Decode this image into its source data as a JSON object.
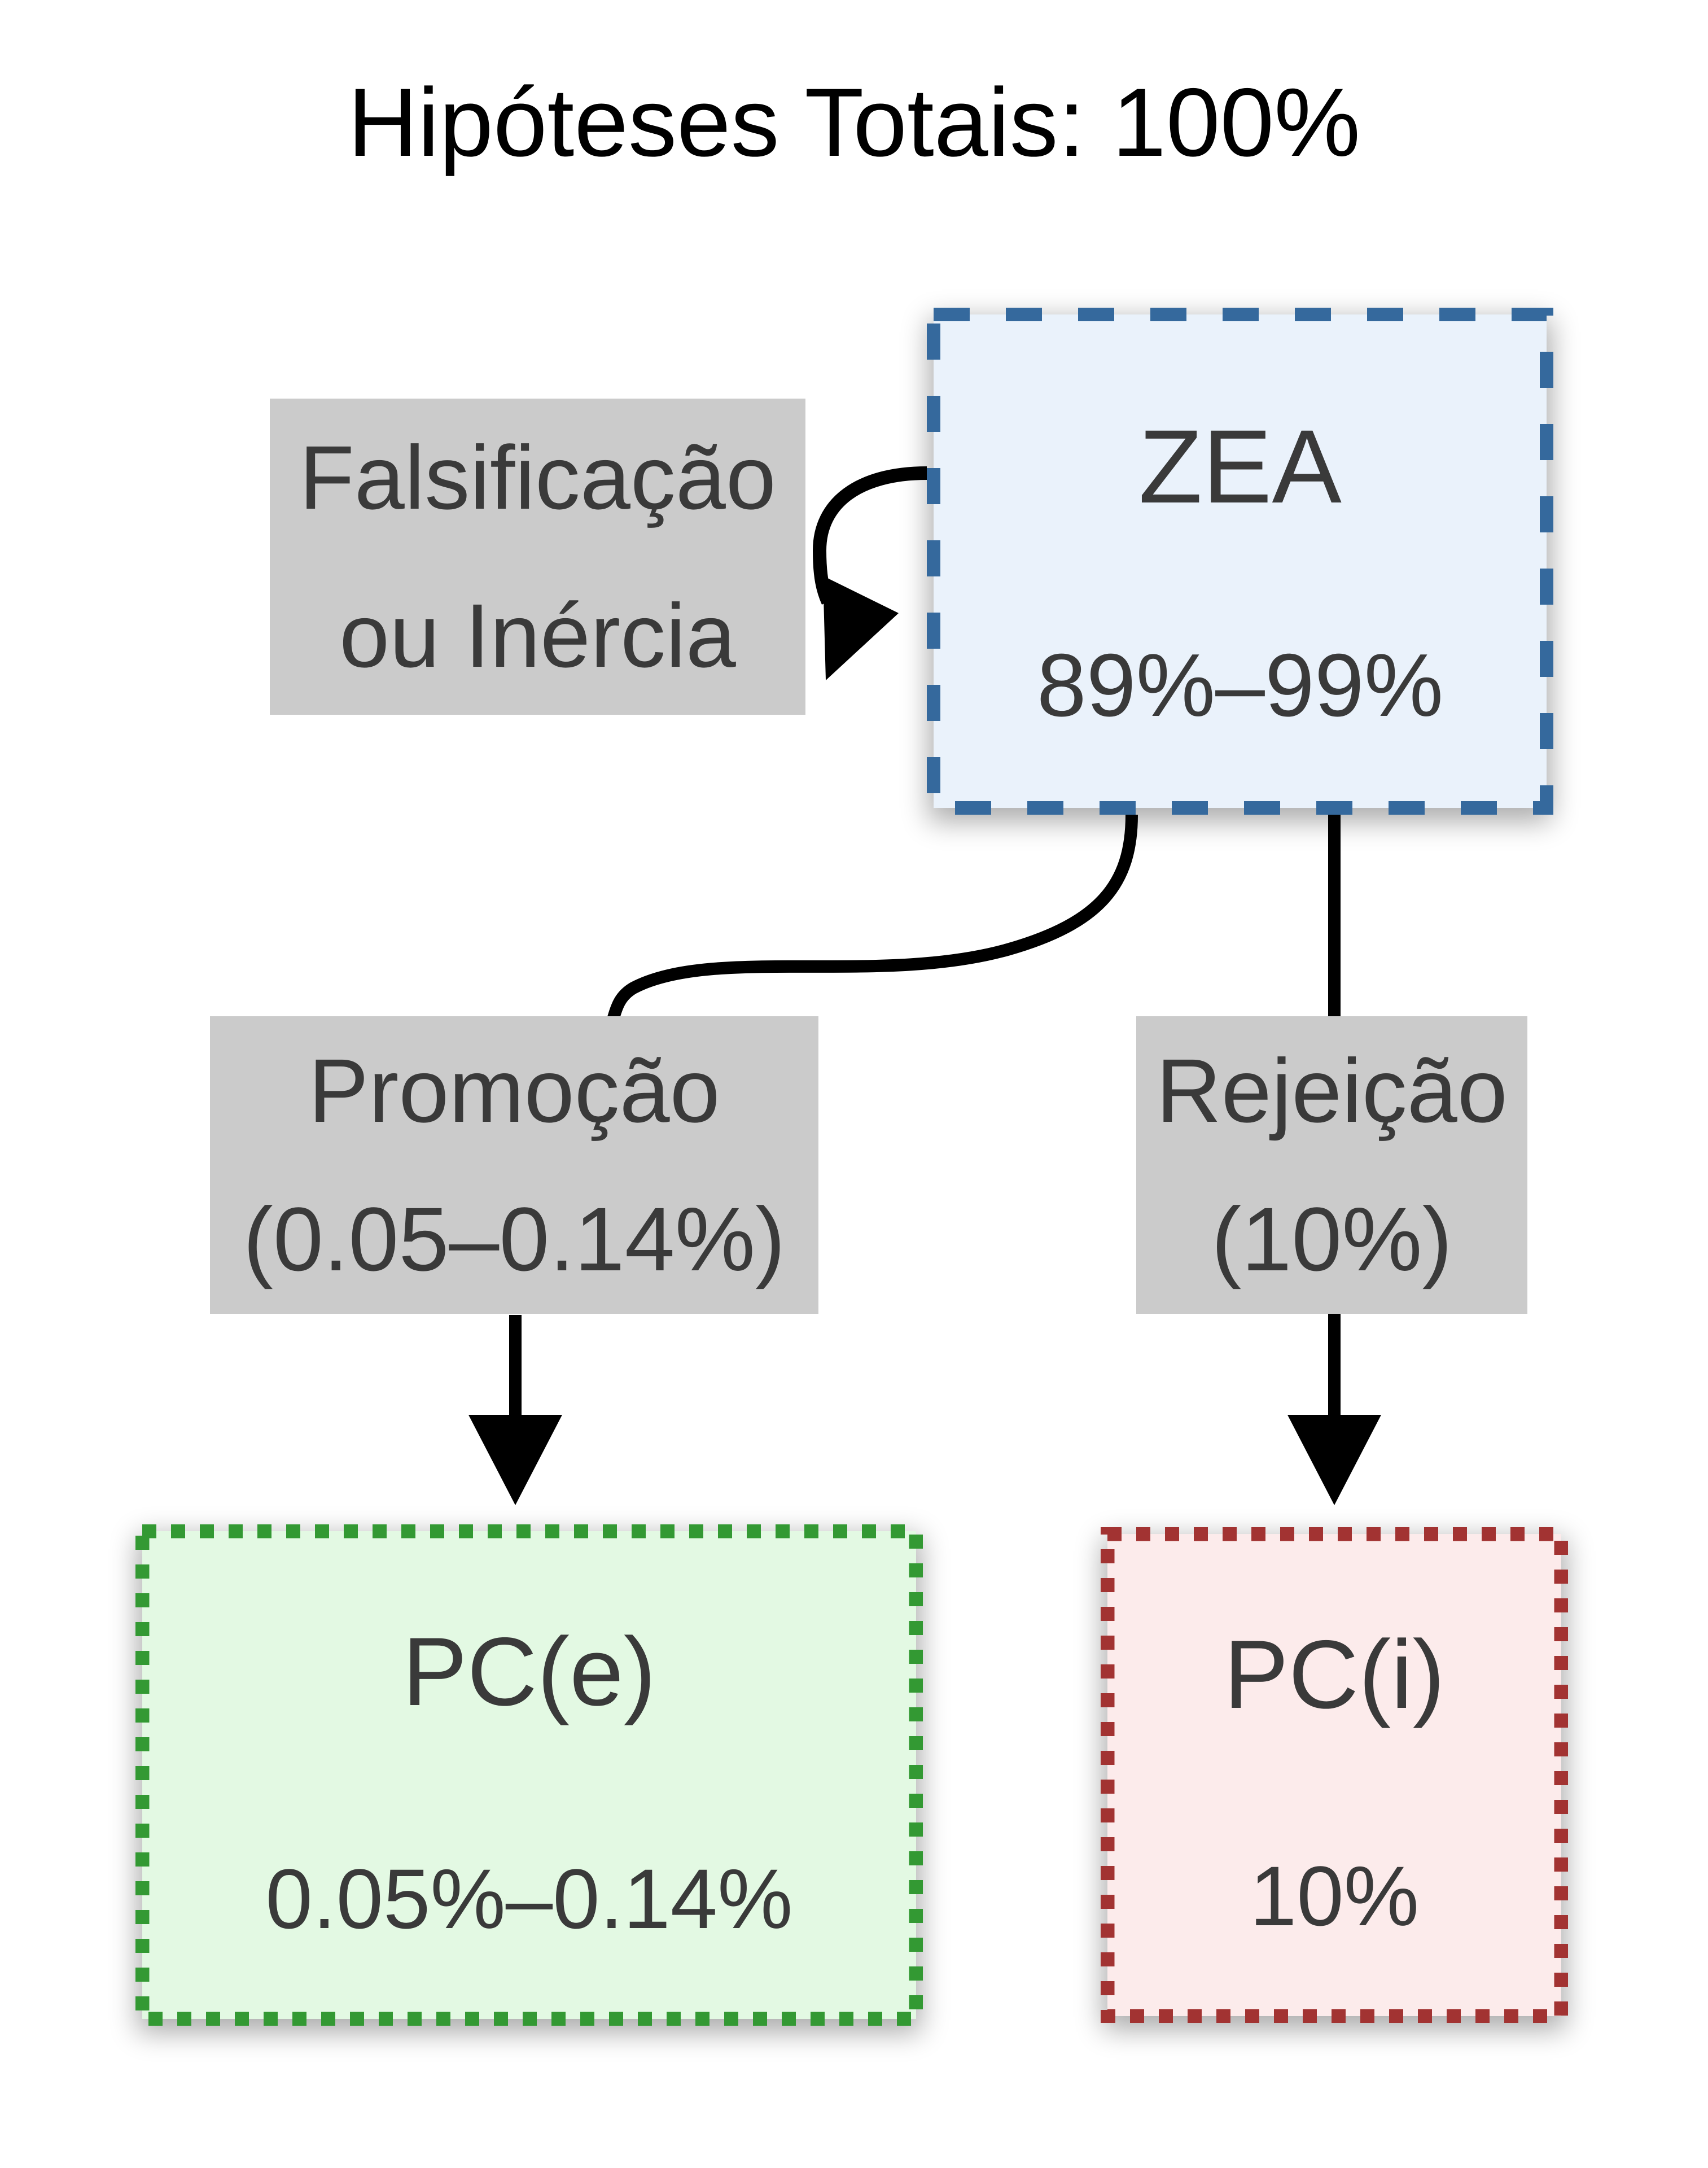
{
  "title": "Hipóteses Totais: 100%",
  "nodes": {
    "zea": {
      "label": "ZEA",
      "value": "89%–99%",
      "fill": "#eaf2fb",
      "border": "#35699d",
      "border_style": "dashed"
    },
    "pce": {
      "label": "PC(e)",
      "value": "0.05%–0.14%",
      "fill": "#e3f9e3",
      "border": "#339933",
      "border_style": "dotted"
    },
    "pci": {
      "label": "PC(i)",
      "value": "10%",
      "fill": "#fcebeb",
      "border": "#a23332",
      "border_style": "dotted"
    }
  },
  "edge_labels": {
    "falsificacao": {
      "line1": "Falsificação",
      "line2": "ou Inércia",
      "bg": "#cbcbcb"
    },
    "promocao": {
      "line1": "Promoção",
      "line2": "(0.05–0.14%)",
      "bg": "#cbcbcb"
    },
    "rejeicao": {
      "line1": "Rejeição",
      "line2": "(10%)",
      "bg": "#cbcbcb"
    }
  },
  "edges": [
    {
      "from": "zea",
      "to": "zea",
      "label": "Falsificação ou Inércia",
      "shape": "self-loop-left"
    },
    {
      "from": "zea",
      "to": "pce",
      "label": "Promoção (0.05–0.14%)",
      "shape": "s-curve-then-down-arrow"
    },
    {
      "from": "zea",
      "to": "pci",
      "label": "Rejeição (10%)",
      "shape": "straight-down-arrow"
    }
  ],
  "colors": {
    "background": "#ffffff",
    "title_text": "#000000",
    "node_text": "#3a3a3a",
    "edge_stroke": "#000000",
    "zea_border": "#35699d",
    "zea_fill": "#eaf2fb",
    "pce_border": "#339933",
    "pce_fill": "#e3f9e3",
    "pci_border": "#a23332",
    "pci_fill": "#fcebeb",
    "edge_label_bg": "#cbcbcb"
  }
}
